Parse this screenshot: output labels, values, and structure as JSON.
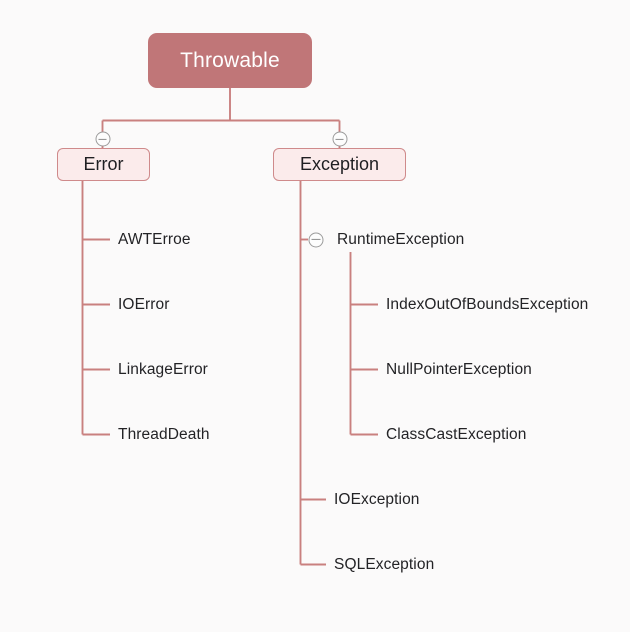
{
  "diagram": {
    "type": "tree",
    "title": "Throwable",
    "background_color": "#fbfafa",
    "root_fill_color": "#c07678",
    "root_text_color": "#ffffff",
    "branch_fill_color": "#fbebeb",
    "branch_border_color": "#cf8a8b",
    "connector_color": "#c9807f",
    "text_color": "#232326",
    "toggle_icon": "minus-circle"
  },
  "root": {
    "label": "Throwable"
  },
  "branches": [
    {
      "label": "Error",
      "collapsed": false,
      "children": [
        {
          "label": "AWTErroe"
        },
        {
          "label": "IOError"
        },
        {
          "label": "LinkageError"
        },
        {
          "label": "ThreadDeath"
        }
      ]
    },
    {
      "label": "Exception",
      "collapsed": false,
      "children": [
        {
          "label": "RuntimeException",
          "collapsed": false,
          "children": [
            {
              "label": "IndexOutOfBoundsException"
            },
            {
              "label": "NullPointerException"
            },
            {
              "label": "ClassCastException"
            }
          ]
        },
        {
          "label": "IOException"
        },
        {
          "label": "SQLException"
        }
      ]
    }
  ],
  "watermark": {
    "text": ""
  }
}
